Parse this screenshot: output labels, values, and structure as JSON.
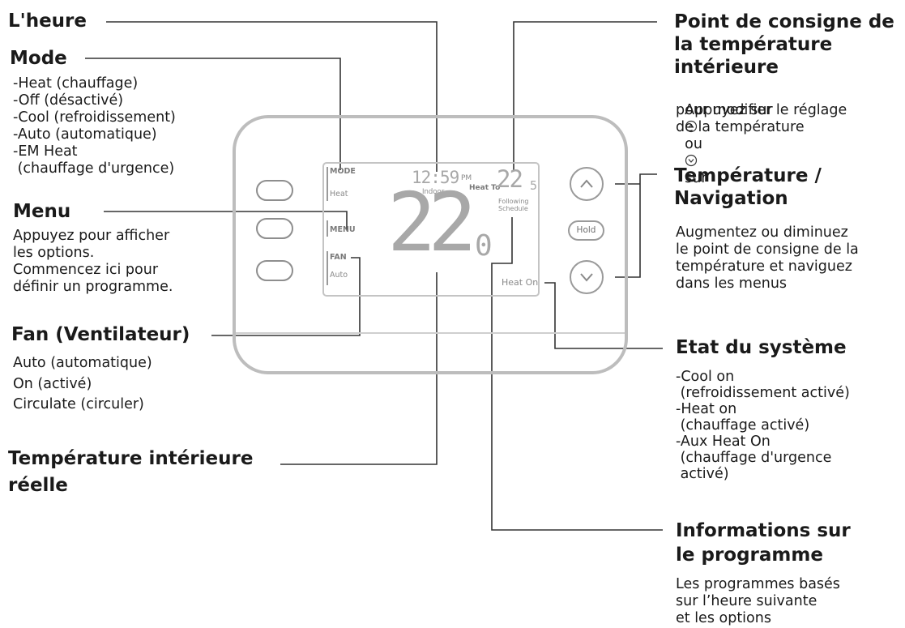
{
  "labels": {
    "heure_title": "L'heure",
    "mode_title": "Mode",
    "mode_items": "-Heat (chauffage)\n-Off (désactivé)\n-Cool (refroidissement)\n-Auto (automatique)\n-EM Heat\n (chauffage d'urgence)",
    "menu_title": "Menu",
    "menu_desc": "Appuyez pour afficher\nles options.\nCommencez ici pour\ndéfinir un programme.",
    "fan_title": "Fan (Ventilateur)",
    "fan_items": "Auto (automatique)\nOn (activé)\nCirculate (circuler)",
    "indoor_title_1": "Température intérieure",
    "indoor_title_2": "réelle",
    "setpoint_title": "Point de consigne de\nla température\nintérieure",
    "setpoint_desc_1": "Appuyez sur",
    "setpoint_desc_2": "ou",
    "setpoint_desc_3": "sur",
    "setpoint_desc_rest": "pour modifier le réglage\nde la température",
    "nav_title": "Température /\nNavigation",
    "nav_desc": "Augmentez ou diminuez\nle point de consigne de la\ntempérature et naviguez\ndans les menus",
    "system_title": "Etat du système",
    "system_items": "-Cool on\n (refroidissement activé)\n-Heat on\n (chauffage activé)\n-Aux Heat On\n (chauffage d'urgence\n activé)",
    "schedule_title": "Informations sur\nle programme",
    "schedule_desc": "Les programmes basés\nsur l’heure suivante\net les options"
  },
  "display": {
    "mode_label": "MODE",
    "mode_value": "Heat",
    "menu_label": "MENU",
    "fan_label": "FAN",
    "fan_value": "Auto",
    "time": "12:59",
    "ampm": "PM",
    "indoor_label": "Indoor",
    "heat_to_label": "Heat To",
    "setpoint_int": "22",
    "setpoint_dec": "5",
    "following": "Following",
    "schedule": "Schedule",
    "temp_int": "22",
    "temp_dec": "0",
    "status": "Heat On"
  },
  "buttons": {
    "hold": "Hold"
  },
  "icons": {
    "up": "chevron-up-icon",
    "down": "chevron-down-icon"
  },
  "colors": {
    "device_outline": "#bdbdbd",
    "lcd_text": "#8a8a8a",
    "leader_line": "#333333"
  }
}
